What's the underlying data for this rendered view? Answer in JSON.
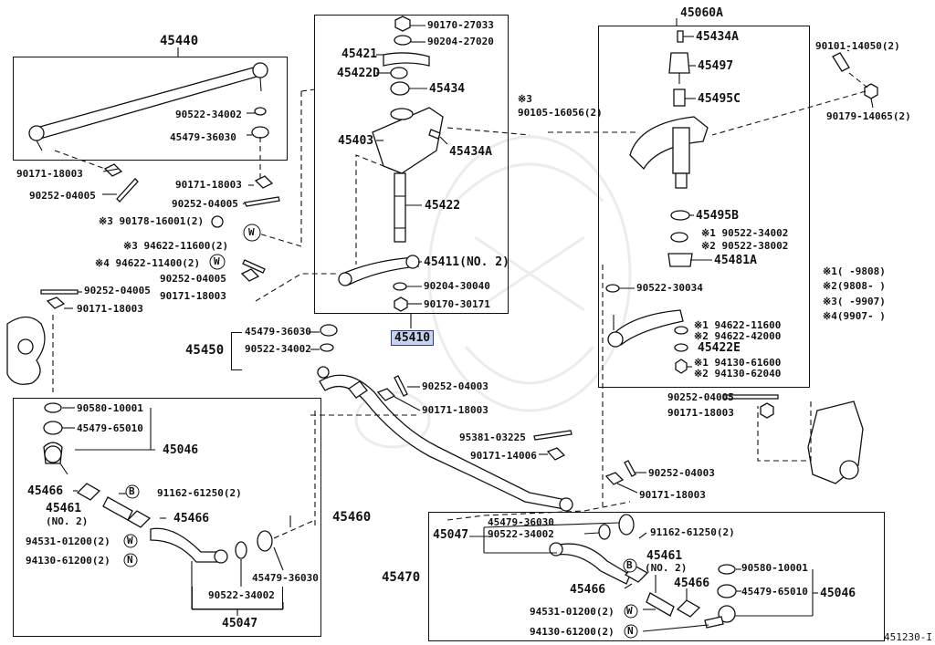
{
  "center_steering_box": {
    "part_no": "45410",
    "labels": {
      "nut_top": "90170-27033",
      "washer_top": "90204-27020",
      "arm_top": "45421",
      "bushing_d": "45422D",
      "bushing": "45434",
      "bracket": "45403",
      "bolt_a": "45434A",
      "shaft": "45422",
      "arm_no2": "45411(NO. 2)",
      "washer_bottom": "90204-30040",
      "nut_bottom": "90170-30171"
    }
  },
  "left_upper": {
    "part_no": "45440",
    "labels": {
      "washer": "90522-34002",
      "boot": "45479-36030",
      "nut_a": "90171-18003",
      "pin_a": "90252-04005",
      "nut_b": "90171-18003",
      "pin_b": "90252-04005",
      "bolt_note": "※3 90178-16001(2)",
      "stud_note": "※3 94622-11600(2)",
      "stud_note2": "※4 94622-11400(2)",
      "pin_c": "90252-04005",
      "nut_c": "90171-18003",
      "pin_d": "90252-04005",
      "nut_d": "90171-18003"
    },
    "markers": {
      "w1": "W",
      "w2": "W"
    }
  },
  "tie_rod_45450": {
    "part_no": "45450",
    "labels": {
      "boot": "45479-36030",
      "washer": "90522-34002",
      "pin": "90252-04003",
      "nut": "90171-18003"
    }
  },
  "right_idler": {
    "part_no": "45060A",
    "labels": {
      "bolt_a": "45434A",
      "fitting": "45497",
      "spring": "45495C",
      "bushing_b": "45495B",
      "washer1": "※1 90522-34002",
      "washer2": "※2 90522-38002",
      "seal": "45481A",
      "clip": "90522-30034",
      "stud1": "※1 94622-11600",
      "stud2": "※2 94622-42000",
      "nut_e": "45422E",
      "nut1": "※1 94130-61600",
      "nut2": "※2 94130-62040",
      "bolt_right": "90101-14050(2)",
      "nut_right": "90179-14065(2)",
      "note_bolt": "※3",
      "bolt_mid": "90105-16056(2)"
    }
  },
  "legend": [
    {
      "mark": "※1",
      "range": "(      -9808)"
    },
    {
      "mark": "※2",
      "range": "(9808-      )"
    },
    {
      "mark": "※3",
      "range": "(      -9907)"
    },
    {
      "mark": "※4",
      "range": "(9907-      )"
    }
  ],
  "lower_left": {
    "part_no": "45460",
    "labels": {
      "clip": "90580-10001",
      "boot": "45479-65010",
      "end": "45046",
      "clamp_a": "45466",
      "bolt": "91162-61250(2)",
      "sleeve": "45461",
      "sleeve_no2": "(NO. 2)",
      "clamp_b": "45466",
      "washer": "94531-01200(2)",
      "nut": "94130-61200(2)",
      "boot2": "45479-36030",
      "washer2": "90522-34002",
      "end2": "45047"
    },
    "markers": {
      "b": "B",
      "w": "W",
      "n": "N"
    }
  },
  "drag_link_middle": {
    "labels": {
      "pin_a": "90252-04003",
      "nut_a": "90171-18003",
      "pin_b": "95381-03225",
      "nut_b": "90171-14006",
      "pin_c": "90252-04003",
      "nut_c": "90171-18003",
      "pin_r": "90252-04005",
      "nut_r": "90171-18003"
    }
  },
  "lower_right": {
    "part_no": "45470",
    "labels": {
      "end": "45047",
      "boot": "45479-36030",
      "washer": "90522-34002",
      "bolt": "91162-61250(2)",
      "sleeve": "45461",
      "sleeve_no2": "(NO. 2)",
      "clamp_a": "45466",
      "clamp_b": "45466",
      "clip": "90580-10001",
      "boot2": "45479-65010",
      "end2": "45046",
      "washer2": "94531-01200(2)",
      "nut": "94130-61200(2)"
    },
    "markers": {
      "b": "B",
      "w": "W",
      "n": "N"
    }
  },
  "diagram_id": "451230-I"
}
